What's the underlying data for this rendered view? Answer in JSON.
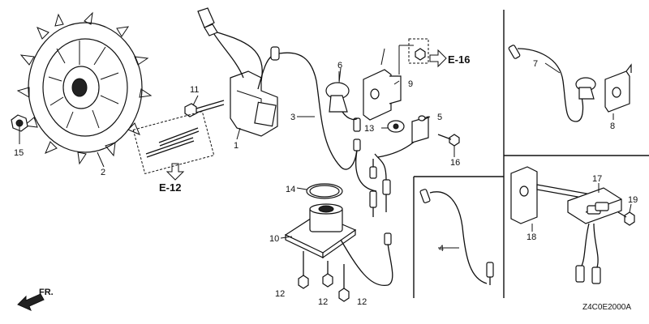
{
  "callouts": {
    "c1": "1",
    "c2": "2",
    "c3": "3",
    "c4": "4",
    "c5": "5",
    "c6": "6",
    "c7": "7",
    "c8": "8",
    "c9": "9",
    "c10": "10",
    "c11": "11",
    "c12a": "12",
    "c12b": "12",
    "c12c": "12",
    "c13": "13",
    "c14": "14",
    "c15": "15",
    "c16": "16",
    "c17": "17",
    "c18": "18",
    "c19": "19"
  },
  "references": {
    "e12": "E-12",
    "e16": "E-16"
  },
  "direction_label": "FR.",
  "diagram_code": "Z4C0E2000A"
}
